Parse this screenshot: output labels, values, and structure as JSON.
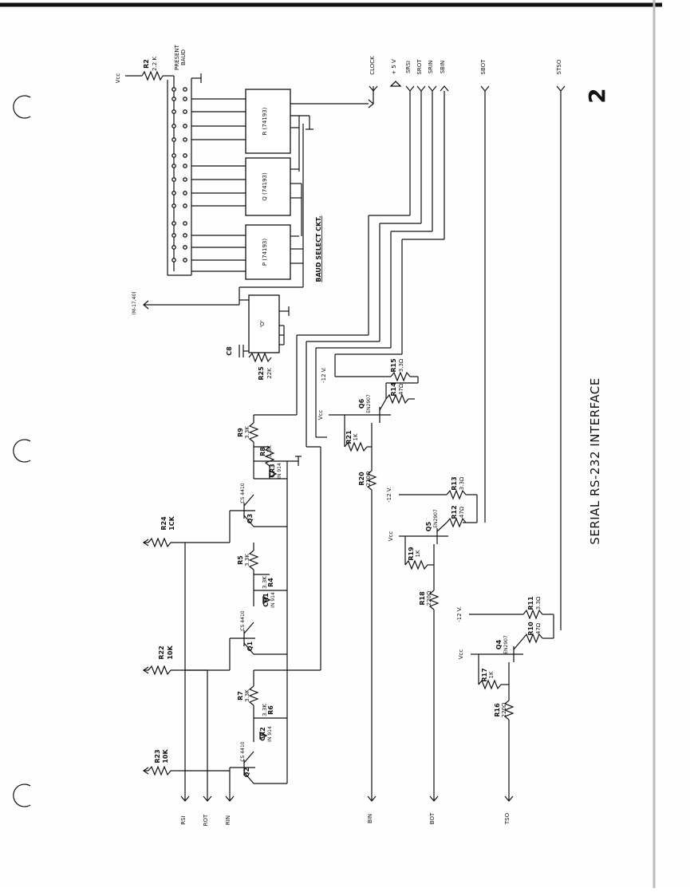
{
  "page": {
    "title": "SERIAL RS-232 INTERFACE",
    "number": "2"
  },
  "labels": {
    "baud_select": "BAUD SELECT CKT.",
    "preset_baud_1": "PRESENT",
    "preset_baud_2": "BAUD",
    "ref": "(M-17,40)"
  },
  "signals": {
    "clock": "CLOCK",
    "plus5v": "+ 5 V",
    "srsi": "SRSI",
    "srot": "SROT",
    "srin": "SRIN",
    "sbin": "SBIN",
    "sbot": "SBOT",
    "stso": "STSO",
    "rsi": "RSI",
    "rot": "ROT",
    "rin": "RIN",
    "bin": "BIN",
    "bot": "BOT",
    "tso": "TSO"
  },
  "components": {
    "vcc_label": "Vcc",
    "r2": "R2",
    "r2_value": "2.2 K",
    "counter_r": "R (74193)",
    "counter_q": "Q (74193)",
    "counter_p": "P (74193)",
    "divider_o": "'O'",
    "c8": "C8",
    "r25": "R25",
    "r25_value": "22K",
    "neg12v": "-12 V.",
    "transistor_part": "EN2907",
    "cs_part": "CS 4410",
    "diode_part": "IN 914",
    "r15": "R15",
    "r15_value": "3.3Ω",
    "r14": "R14",
    "r14_value": "47Ω",
    "q6": "Q6",
    "r21": "R21",
    "r21_value": "1K",
    "r20": "R20",
    "r20_value": "220Ω",
    "r13": "R13",
    "r13_value": "3.3Ω",
    "r12": "R12",
    "r12_value": "47Ω",
    "q5": "Q5",
    "r19": "R19",
    "r19_value": "1K",
    "r18": "R18",
    "r18_value": "220Ω",
    "r11": "R11",
    "r11_value": "3.3Ω",
    "r10": "R10",
    "r10_value": "47Ω",
    "q4": "Q4",
    "r17": "R17",
    "r17_value": "1K",
    "r16": "R16",
    "r16_value": "220Ω",
    "r9": "R9",
    "r9_value": "3.3K",
    "r8": "R8",
    "r8_value": "3.3K",
    "cr3": "CR3",
    "q3": "Q3",
    "r24": "R24",
    "r24_value": "1CK",
    "r5": "R5",
    "r5_value": "3.3K",
    "r4": "R4",
    "r4_value": "3.3K",
    "cr1": "CR1",
    "q1": "Q1",
    "r22": "R22",
    "r22_value": "10K",
    "r7": "R7",
    "r7_value": "3.3K",
    "r6": "R6",
    "r6_value": "3.3K",
    "cr2": "CR2",
    "q2": "Q2",
    "r23": "R23",
    "r23_value": "10K"
  }
}
